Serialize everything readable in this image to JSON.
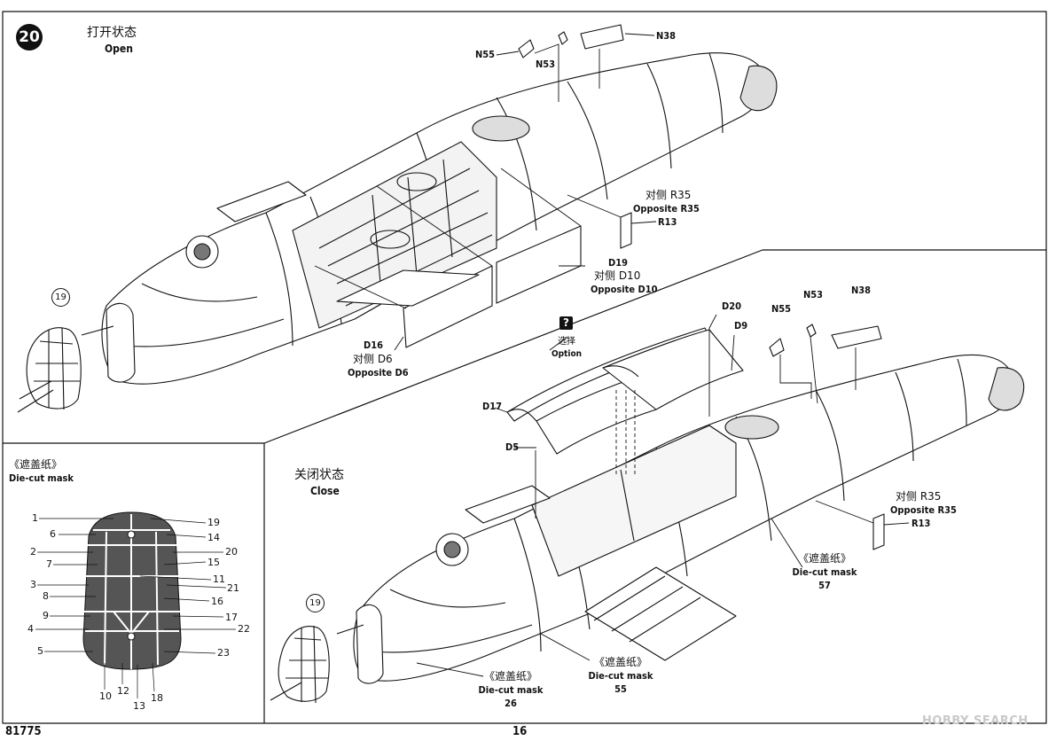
{
  "step": {
    "number": "20"
  },
  "open_view": {
    "title_cn": "打开状态",
    "title_en": "Open",
    "parts": {
      "n55": "N55",
      "n53": "N53",
      "n38": "N38",
      "r35_cn": "对侧 R35",
      "r35_en": "Opposite R35",
      "r13": "R13",
      "d19": "D19",
      "d10_cn": "对侧 D10",
      "d10_en": "Opposite D10",
      "d16": "D16",
      "d6_cn": "对侧 D6",
      "d6_en": "Opposite D6",
      "sub19": "19"
    }
  },
  "option": {
    "icon": "?",
    "label_cn": "选择",
    "label_en": "Option"
  },
  "mask_panel": {
    "title_cn": "《遮盖纸》",
    "title_en": "Die-cut mask",
    "numbers_left": [
      "1",
      "6",
      "2",
      "7",
      "3",
      "8",
      "9",
      "4",
      "5"
    ],
    "numbers_right": [
      "19",
      "14",
      "20",
      "15",
      "11",
      "21",
      "16",
      "17",
      "22",
      "23"
    ],
    "numbers_bottom": [
      "10",
      "12",
      "13",
      "18"
    ]
  },
  "close_view": {
    "title_cn": "关闭状态",
    "title_en": "Close",
    "parts": {
      "d20": "D20",
      "d9": "D9",
      "d17": "D17",
      "d5": "D5",
      "n55": "N55",
      "n53": "N53",
      "n38": "N38",
      "r35_cn": "对侧 R35",
      "r35_en": "Opposite R35",
      "r13": "R13",
      "sub19": "19"
    },
    "masks": [
      {
        "cn": "《遮盖纸》",
        "en": "Die-cut mask",
        "num": "57"
      },
      {
        "cn": "《遮盖纸》",
        "en": "Die-cut mask",
        "num": "55"
      },
      {
        "cn": "《遮盖纸》",
        "en": "Die-cut mask",
        "num": "26"
      }
    ]
  },
  "footer": {
    "code": "81775",
    "page": "16"
  },
  "watermark": "HOBBY SEARCH"
}
